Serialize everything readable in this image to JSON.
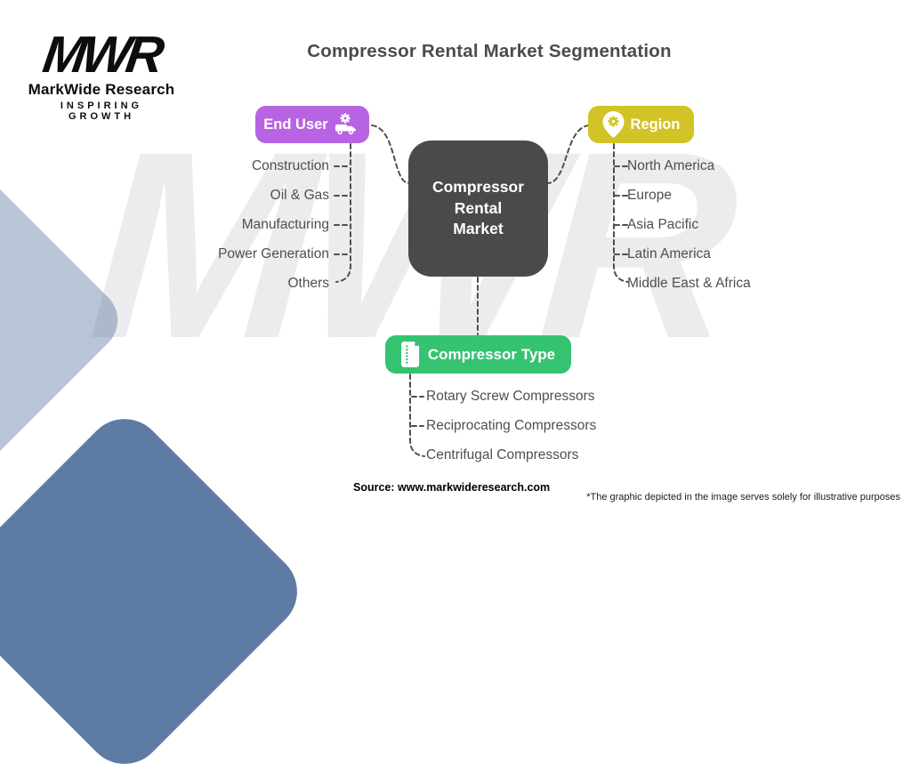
{
  "title": "Compressor Rental Market Segmentation",
  "logo": {
    "mark": "MWR",
    "name": "MarkWide Research",
    "tagline": "INSPIRING GROWTH"
  },
  "watermark_text": "MWR",
  "center_node": {
    "label": "Compressor Rental Market"
  },
  "branches": {
    "end_user": {
      "label": "End User",
      "color": "#b763e3",
      "icon": "truck-gear-icon",
      "items": [
        "Construction",
        "Oil & Gas",
        "Manufacturing",
        "Power Generation",
        "Others"
      ]
    },
    "region": {
      "label": "Region",
      "color": "#d2c326",
      "icon": "map-pin-gear-icon",
      "items": [
        "North America",
        "Europe",
        "Asia Pacific",
        "Latin America",
        "Middle East & Africa"
      ]
    },
    "compressor_type": {
      "label": "Compressor Type",
      "color": "#35c271",
      "icon": "document-icon",
      "items": [
        "Rotary Screw Compressors",
        "Reciprocating Compressors",
        "Centrifugal Compressors"
      ]
    }
  },
  "footer": {
    "source": "Source: www.markwideresearch.com",
    "disclaimer": "*The graphic depicted in the image serves solely for illustrative purposes"
  },
  "colors": {
    "center_node_bg": "#4a4a4a",
    "connector": "#4f4f4f",
    "deco_light_blue": "#b8c4d7",
    "deco_dark_blue": "#5d7ba3"
  }
}
